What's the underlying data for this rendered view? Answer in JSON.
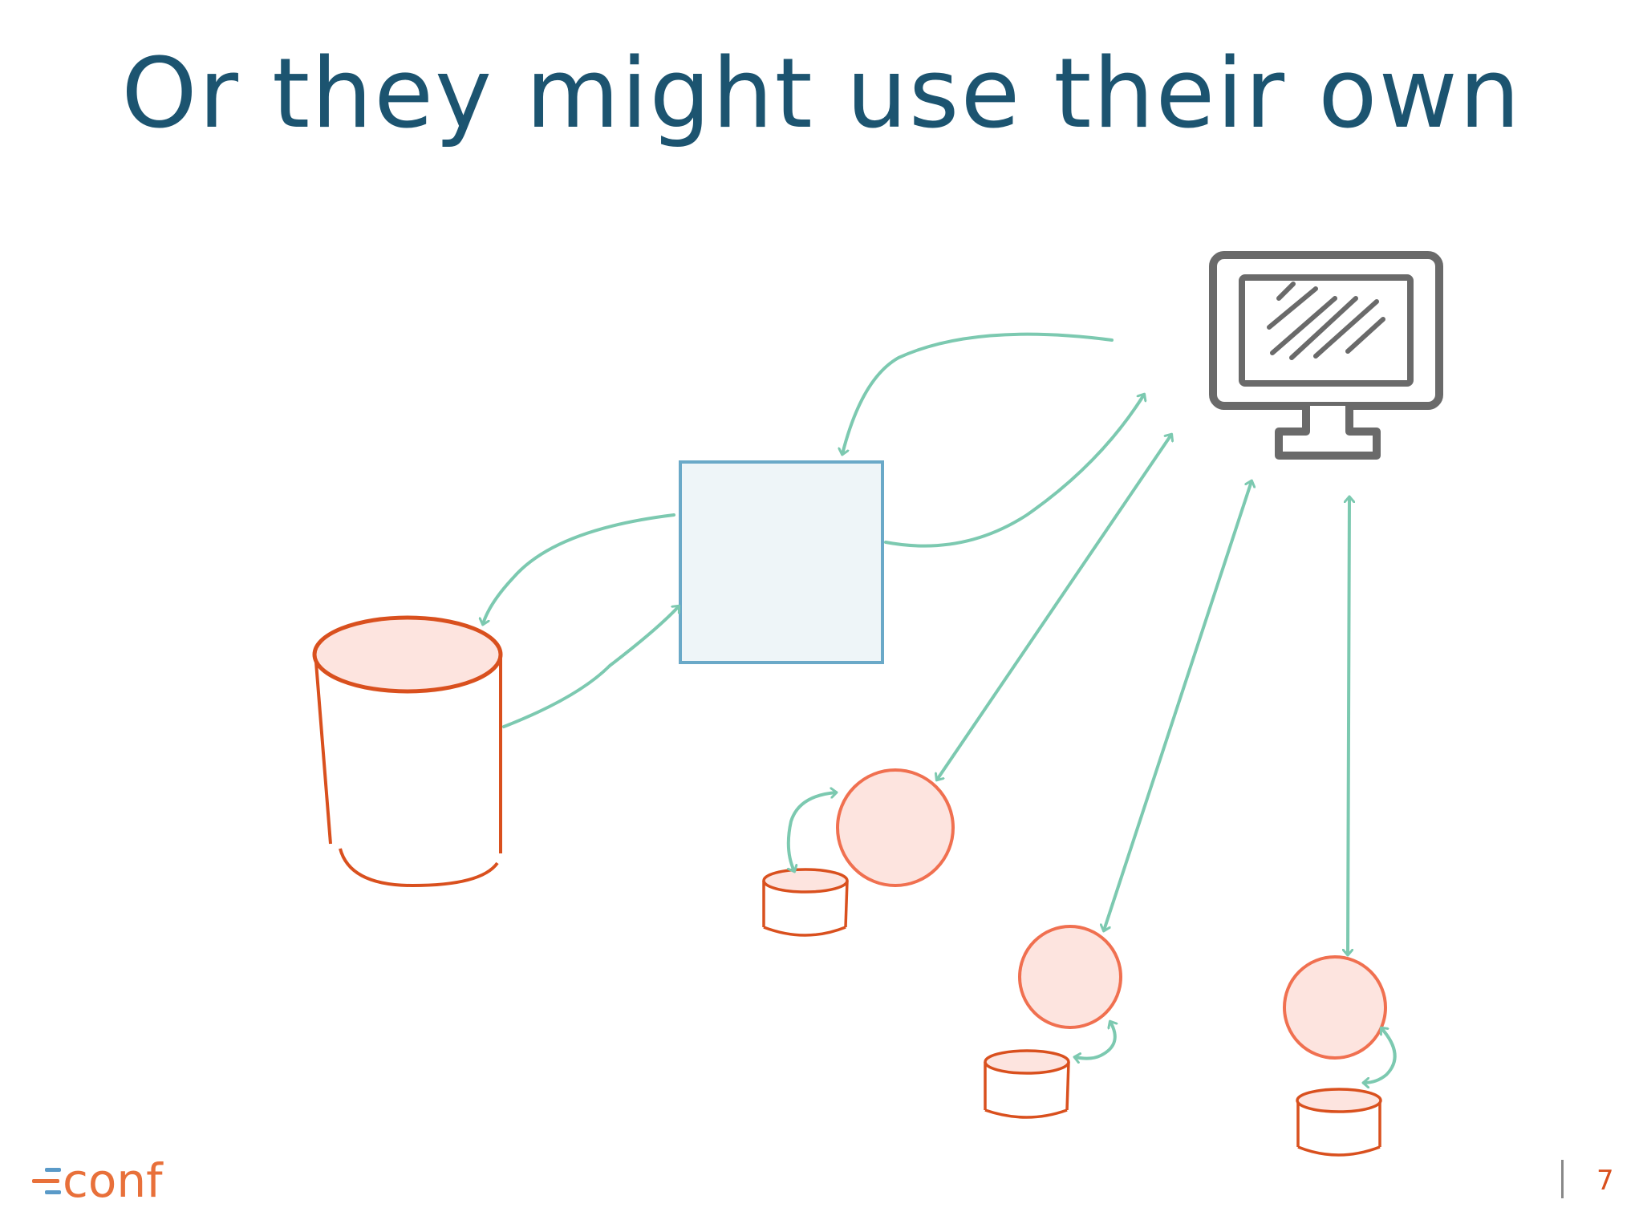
{
  "slide": {
    "title": "Or they might use their own",
    "page_number": "7"
  },
  "logo": {
    "text": "conf"
  },
  "colors": {
    "title": "#1c5470",
    "arrow": "#7cc9b0",
    "database_stroke": "#d9501e",
    "database_fill": "#fde4df",
    "service_fill": "#fde4df",
    "service_stroke": "#f07050",
    "box_stroke": "#6aa9c8",
    "box_fill": "#eef5f8",
    "monitor_stroke": "#6a6a6a",
    "logo_orange": "#e8703a",
    "logo_blue": "#5a9ac8",
    "page_number": "#d9501e",
    "divider": "#888888"
  },
  "icons": {
    "monitor": "monitor-icon",
    "database": "database-icon",
    "service": "service-circle-icon"
  }
}
